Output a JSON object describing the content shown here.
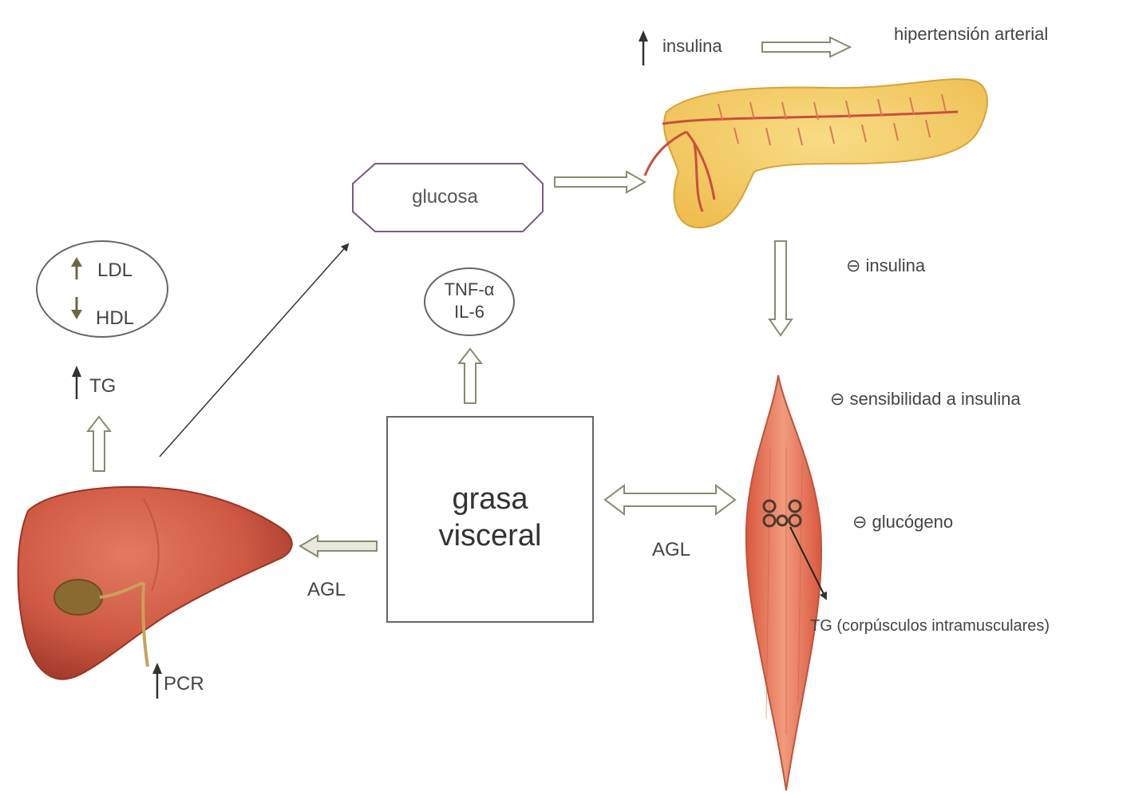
{
  "colors": {
    "organ_red": "#d5614a",
    "organ_dark": "#a73a2c",
    "pancreas_yellow": "#f4cf6a",
    "pancreas_duct": "#c8503e",
    "muscle": "#e8785c",
    "glucose_border": "#7a5a86",
    "arrow_fill": "#ffffff",
    "arrow_stroke": "#8a8a70"
  },
  "nodes": {
    "glucose": "glucosa",
    "lipids_up": "LDL",
    "lipids_down": "HDL",
    "cytokine_1": "TNF-α",
    "cytokine_2": "IL-6",
    "tg": "TG",
    "visceral_fat_line1": "grasa",
    "visceral_fat_line2": "visceral",
    "pcr": "PCR",
    "agl_liver": "AGL",
    "agl_muscle": "AGL",
    "insulin_up": "insulina",
    "hypertension": "hipertensión arterial",
    "insulin_down": "⊖ insulina",
    "sensitivity": "⊖ sensibilidad a insulina",
    "glycogen": "⊖ glucógeno",
    "tg_muscle": "TG (corpúsculos intramusculares)"
  },
  "icons": {
    "up_arrow": "up-arrow-icon",
    "down_arrow": "down-arrow-icon"
  }
}
